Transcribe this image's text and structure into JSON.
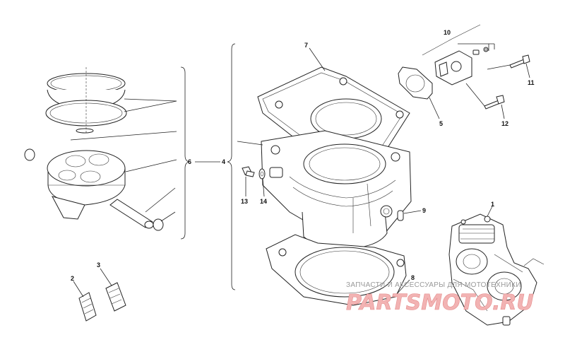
{
  "callouts": {
    "c1": "1",
    "c2": "2",
    "c3": "3",
    "c4": "4",
    "c5": "5",
    "c6": "6",
    "c7": "7",
    "c8": "8",
    "c9": "9",
    "c10": "10",
    "c11": "11",
    "c12": "12",
    "c13": "13",
    "c14": "14"
  },
  "watermark": {
    "caption": "ЗАПЧАСТИ И АКСЕССУАРЫ ДЛЯ МОТОТЕХНИКИ",
    "brand": "PARTSMOTO.RU"
  }
}
